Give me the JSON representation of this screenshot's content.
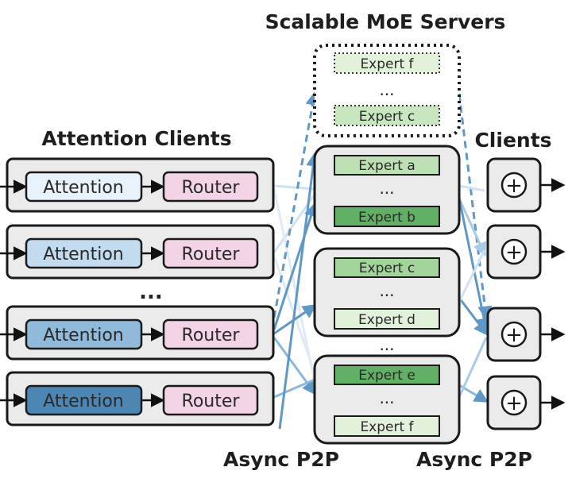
{
  "titles": {
    "attention_clients": "Attention Clients",
    "moe_servers": "Scalable MoE Servers",
    "clients": "Clients",
    "async_left": "Async P2P",
    "async_right": "Async P2P"
  },
  "client_rows": [
    {
      "attention": "Attention",
      "router": "Router",
      "shade": "#e8f2fb"
    },
    {
      "attention": "Attention",
      "router": "Router",
      "shade": "#c3dbee"
    },
    {
      "attention": "Attention",
      "router": "Router",
      "shade": "#8fbad9"
    },
    {
      "attention": "Attention",
      "router": "Router",
      "shade": "#4e86b3"
    }
  ],
  "scalable_server": {
    "experts": [
      "Expert f",
      "Expert c"
    ]
  },
  "servers": [
    {
      "experts": [
        {
          "name": "Expert a",
          "shade": "#bde0b5"
        },
        {
          "name": "Expert b",
          "shade": "#61b066"
        }
      ]
    },
    {
      "experts": [
        {
          "name": "Expert c",
          "shade": "#a2d59a"
        },
        {
          "name": "Expert d",
          "shade": "#e1f1da"
        }
      ]
    },
    {
      "experts": [
        {
          "name": "Expert e",
          "shade": "#61b066"
        },
        {
          "name": "Expert f",
          "shade": "#e1f1da"
        }
      ]
    }
  ],
  "ellipsis": "...",
  "sum_symbol": "+",
  "colors": {
    "router_fill": "#f2d4e6",
    "panel_fill": "#ebebeb",
    "arrow_blue": "#5f98c7",
    "arrow_light": "#a8cce6"
  }
}
